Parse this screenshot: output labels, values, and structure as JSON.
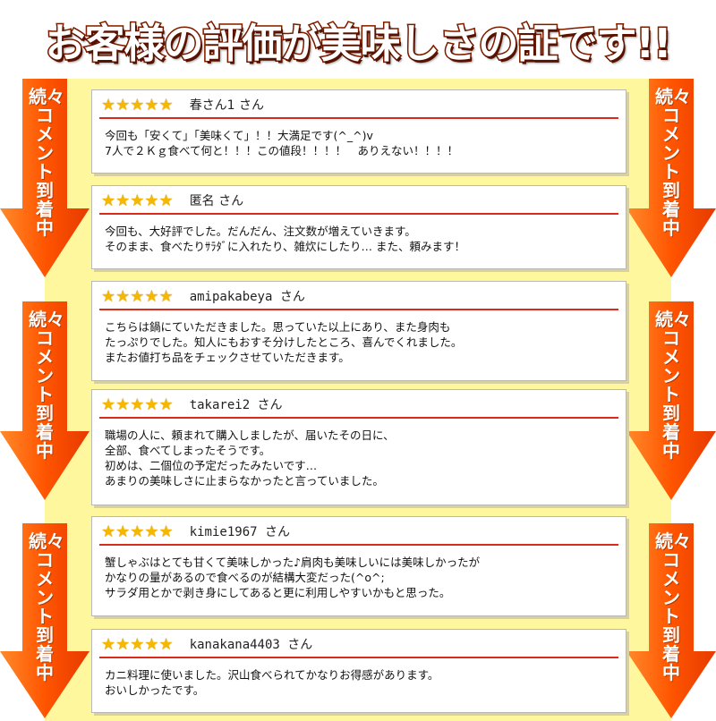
{
  "header": {
    "title": "お客様の評価が美味しさの証です!!"
  },
  "arrows": {
    "label": "続々コメント到着中"
  },
  "reviews": [
    {
      "stars": "★★★★★",
      "name": "春さん1 さん",
      "lines": [
        "今回も「安くて」「美味くて」！！大満足です(^_^)v",
        "7人で２Ｋｇ食べて何と！！！この値段！！！！　ありえない！！！！"
      ]
    },
    {
      "stars": "★★★★★",
      "name": "匿名 さん",
      "lines": [
        "今回も、大好評でした。だんだん、注文数が増えていきます。",
        "そのまま、食べたりｻﾗﾀﾞに入れたり、雑炊にしたり… また、頼みます！"
      ]
    },
    {
      "stars": "★★★★★",
      "name": "amipakabeya さん",
      "lines": [
        "こちらは鍋にていただきました。思っていた以上にあり、また身肉も",
        "たっぷりでした。知人にもおすそ分けしたところ、喜んでくれました。",
        "またお値打ち品をチェックさせていただきます。"
      ]
    },
    {
      "stars": "★★★★★",
      "name": "takarei2 さん",
      "lines": [
        "職場の人に、頼まれて購入しましたが、届いたその日に、",
        "全部、食べてしまったそうです。",
        "初めは、二個位の予定だったみたいです…",
        "あまりの美味しさに止まらなかったと言っていました。"
      ]
    },
    {
      "stars": "★★★★★",
      "name": "kimie1967 さん",
      "lines": [
        "蟹しゃぶはとても甘くて美味しかった♪肩肉も美味しいには美味しかったが",
        "かなりの量があるので食べるのが結構大変だった(^o^;",
        "サラダ用とかで剥き身にしてあると更に利用しやすいかもと思った。"
      ]
    },
    {
      "stars": "★★★★★",
      "name": "kanakana4403 さん",
      "lines": [
        "カニ料理に使いました。沢山食べられてかなりお得感があります。",
        "おいしかったです。"
      ]
    }
  ]
}
